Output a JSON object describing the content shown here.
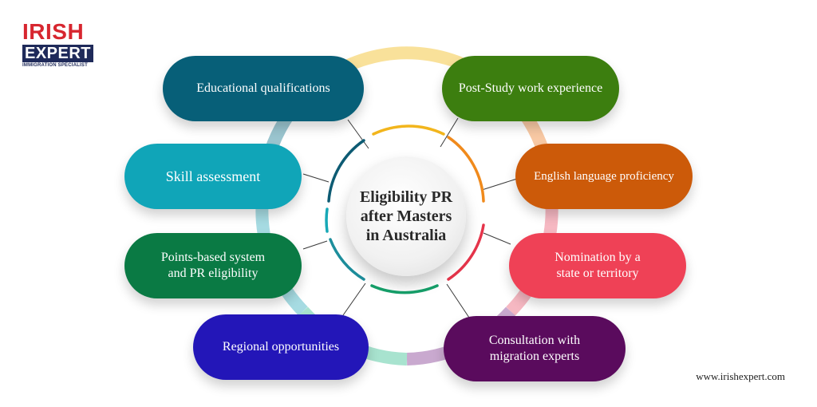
{
  "logo": {
    "line1": "IRISH",
    "line2": "EXPERT",
    "tagline": "IMMIGRATION SPECIALIST"
  },
  "center": {
    "title": "Eligibility PR\nafter Masters\nin Australia"
  },
  "items": [
    {
      "label": "Educational qualifications",
      "color": "#075f78"
    },
    {
      "label": "Skill assessment",
      "color": "#10a5b8"
    },
    {
      "label": "Points-based system\nand PR eligibility",
      "color": "#0a7a44"
    },
    {
      "label": "Regional opportunities",
      "color": "#2316b8"
    },
    {
      "label": "Post-Study work experience",
      "color": "#3c7e0f"
    },
    {
      "label": "English language proficiency",
      "color": "#cc5a09"
    },
    {
      "label": "Nomination by a\nstate or territory",
      "color": "#ef4156"
    },
    {
      "label": "Consultation with\nmigration experts",
      "color": "#5a0b5d"
    }
  ],
  "website": "www.irishexpert.com"
}
